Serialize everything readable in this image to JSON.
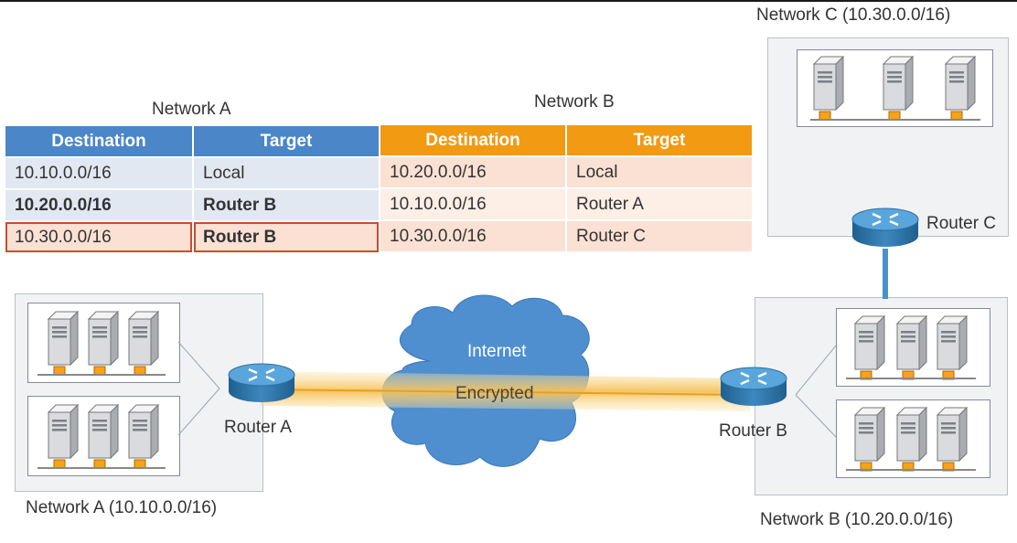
{
  "network_a_table": {
    "title": "Network A",
    "headers": [
      "Destination",
      "Target"
    ],
    "rows": [
      [
        "10.10.0.0/16",
        "Local"
      ],
      [
        "10.20.0.0/16",
        "Router B"
      ],
      [
        "10.30.0.0/16",
        "Router B"
      ]
    ]
  },
  "network_b_table": {
    "title": "Network B",
    "headers": [
      "Destination",
      "Target"
    ],
    "rows": [
      [
        "10.20.0.0/16",
        "Local"
      ],
      [
        "10.10.0.0/16",
        "Router A"
      ],
      [
        "10.30.0.0/16",
        "Router C"
      ]
    ]
  },
  "labels": {
    "network_a": "Network A (10.10.0.0/16)",
    "network_b": "Network B (10.20.0.0/16)",
    "network_c": "Network C (10.30.0.0/16)",
    "router_a": "Router A",
    "router_b": "Router B",
    "router_c": "Router C",
    "internet": "Internet",
    "encrypted": "Encrypted"
  },
  "colors": {
    "table_a_header": "#4a86c8",
    "table_b_header": "#f29a12",
    "highlight_border": "#d04a2c",
    "cloud": "#4f8fd0",
    "tunnel": "#f5c15a"
  },
  "icons": [
    "server-icon",
    "router-icon",
    "cloud-icon"
  ]
}
